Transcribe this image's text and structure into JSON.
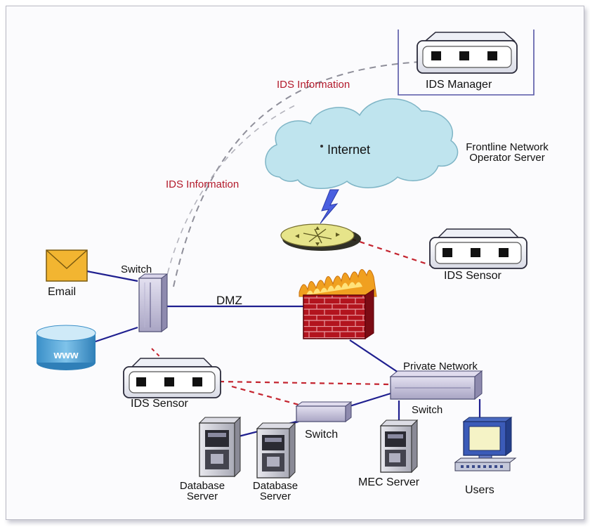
{
  "diagram": {
    "labels": {
      "ids_info_top": "IDS Information",
      "ids_info_left": "IDS Information",
      "ids_manager": "IDS Manager",
      "internet": "Internet",
      "frontline_line1": "Frontline Network",
      "frontline_line2": "Operator Server",
      "ids_sensor_right": "IDS Sensor",
      "ids_sensor_left": "IDS Sensor",
      "switch_left": "Switch",
      "email": "Email",
      "dmz": "DMZ",
      "www": "www",
      "private_network": "Private Network",
      "switch_right": "Switch",
      "switch_middle": "Switch",
      "db1_line1": "Database",
      "db1_line2": "Server",
      "db2_line1": "Database",
      "db2_line2": "Server",
      "mec_server": "MEC Server",
      "users": "Users"
    },
    "colors": {
      "link_solid": "#1f1f8f",
      "link_ids": "#c4242f",
      "link_info": "#8f8f9a",
      "cloud": "#bfe4ee",
      "firewall": "#b3141e",
      "flames": "#f0a020"
    }
  }
}
